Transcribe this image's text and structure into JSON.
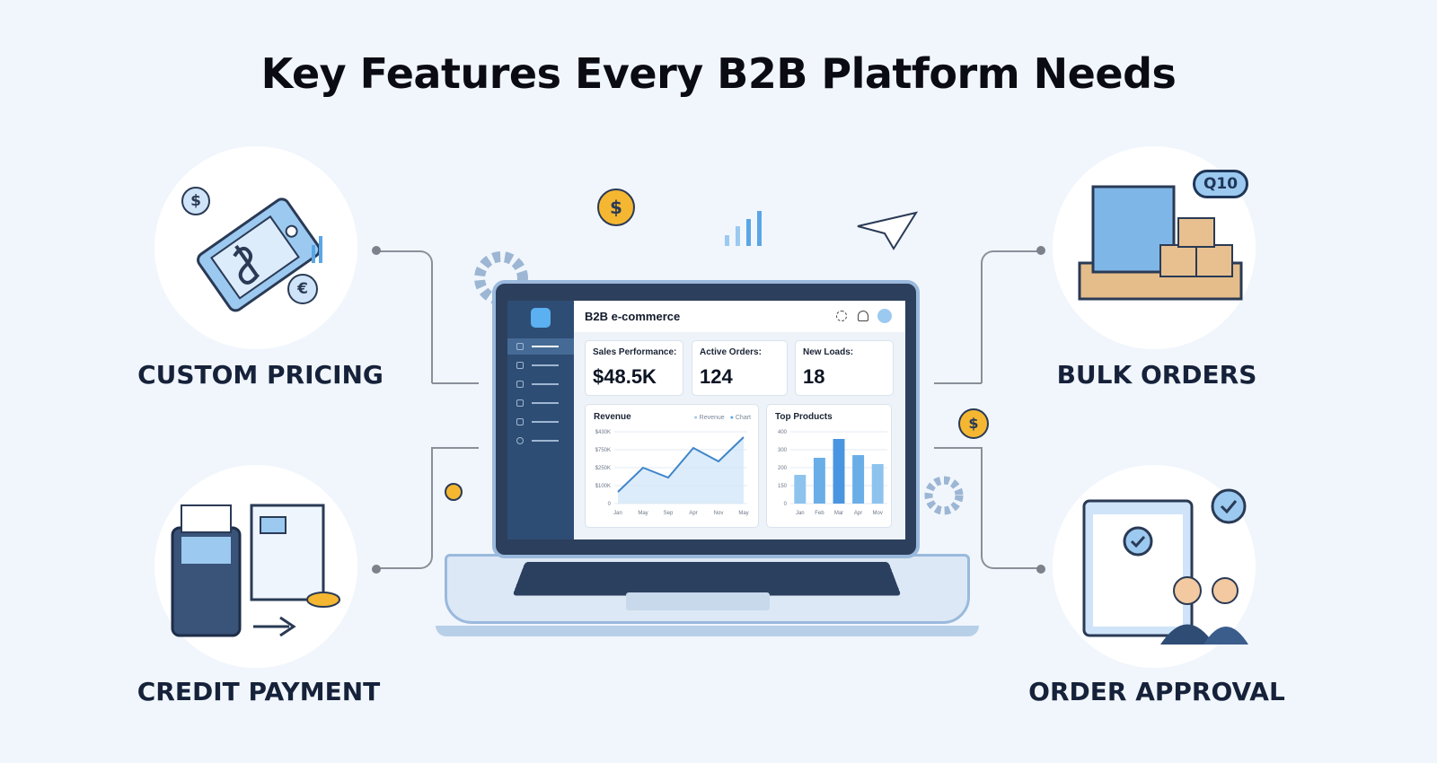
{
  "title": "Key Features Every B2B Platform Needs",
  "features": [
    {
      "label": "CUSTOM PRICING",
      "icon": "price-tag-icon"
    },
    {
      "label": "CREDIT PAYMENT",
      "icon": "payment-terminal-icon"
    },
    {
      "label": "BULK ORDERS",
      "icon": "pallet-boxes-icon",
      "badge": "Q10"
    },
    {
      "label": "ORDER APPROVAL",
      "icon": "clipboard-approval-icon"
    }
  ],
  "icons": {
    "dollar": "$",
    "euro": "€"
  },
  "dashboard": {
    "app_title": "B2B e-commerce",
    "kpis": [
      {
        "label": "Sales Performance:",
        "value": "$48.5K"
      },
      {
        "label": "Active Orders:",
        "value": "124"
      },
      {
        "label": "New Loads:",
        "value": "18"
      }
    ]
  },
  "chart_data": [
    {
      "type": "area",
      "title": "Revenue",
      "legend": [
        "Revenue",
        "Chart"
      ],
      "y_tick_labels": [
        "$430K",
        "$750K",
        "$250K",
        "$100K",
        "0"
      ],
      "categories": [
        "Jan",
        "May",
        "Sep",
        "Apr",
        "Nov",
        "May"
      ],
      "values": [
        0.65,
        2.0,
        1.45,
        3.1,
        2.35,
        3.7
      ],
      "ylim": [
        0,
        4
      ]
    },
    {
      "type": "bar",
      "title": "Top Products",
      "y_tick_labels": [
        "400",
        "300",
        "200",
        "150",
        "0"
      ],
      "categories": [
        "Jan",
        "Feb",
        "Mar",
        "Apr",
        "Mov"
      ],
      "values": [
        160,
        255,
        360,
        270,
        220
      ],
      "ylim": [
        0,
        400
      ]
    }
  ],
  "colors": {
    "accent": "#5aa6e6",
    "navy": "#2c3f5c",
    "coin": "#f5b731"
  }
}
